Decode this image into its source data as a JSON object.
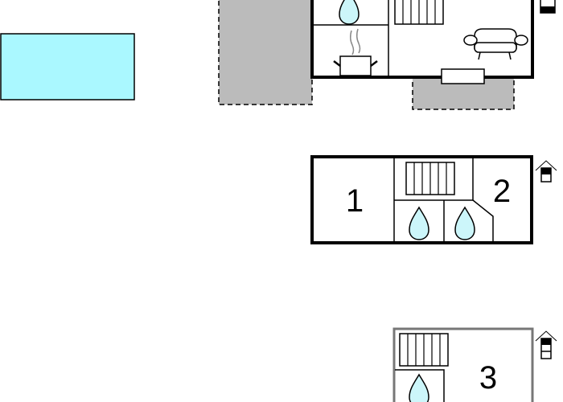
{
  "plan": {
    "rooms": [
      {
        "label": "1"
      },
      {
        "label": "2"
      },
      {
        "label": "3"
      }
    ],
    "colors": {
      "pool": "#aaf8ff",
      "water_drop": "#ccf6fa",
      "terrace": "#bbbbbb",
      "wall": "#000000",
      "upper_wall": "#777777"
    },
    "icons": [
      "pool",
      "terrace",
      "water-drop-icon",
      "stairs-icon",
      "cooking-pot-icon",
      "sofa-icon",
      "window",
      "floor-level-icon"
    ]
  }
}
